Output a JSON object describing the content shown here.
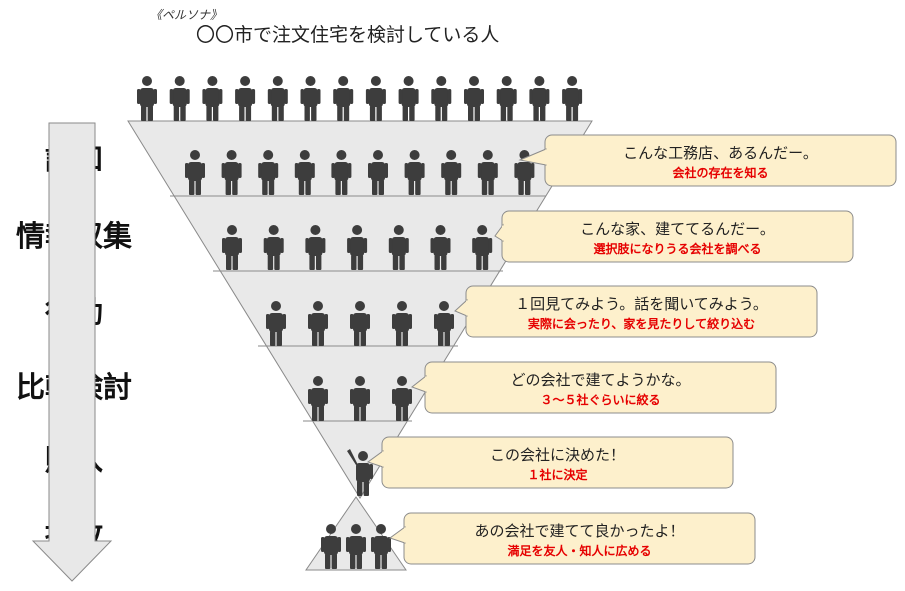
{
  "persona": {
    "label": "《ペルソナ》",
    "title": "〇〇市で注文住宅を検討している人"
  },
  "stages": [
    {
      "name": "認知",
      "people": 10,
      "main": "こんな工務店、あるんだー。",
      "sub": "会社の存在を知る"
    },
    {
      "name": "情報収集",
      "people": 7,
      "main": "こんな家、建ててるんだー。",
      "sub": "選択肢になりうる会社を調べる"
    },
    {
      "name": "行動",
      "people": 5,
      "main": "１回見てみよう。話を聞いてみよう。",
      "sub": "実際に会ったり、家を見たりして絞り込む"
    },
    {
      "name": "比較検討",
      "people": 3,
      "main": "どの会社で建てようかな。",
      "sub": "３～５社ぐらいに絞る"
    },
    {
      "name": "購入",
      "people": 1,
      "main": "この会社に決めた！",
      "sub": "１社に決定"
    },
    {
      "name": "拡散",
      "people": 3,
      "main": "あの会社で建てて良かったよ！",
      "sub": "満足を友人・知人に広める"
    }
  ],
  "top_people_count": 14,
  "colors": {
    "funnel_fill": "#e9e9e9",
    "funnel_stroke": "#8a8a8a",
    "person": "#3d3d3d",
    "callout_fill": "#fdf0cc",
    "callout_stroke": "#8c8c8c",
    "emphasis": "#e60000",
    "arrow_fill": "#e8e8e8"
  }
}
